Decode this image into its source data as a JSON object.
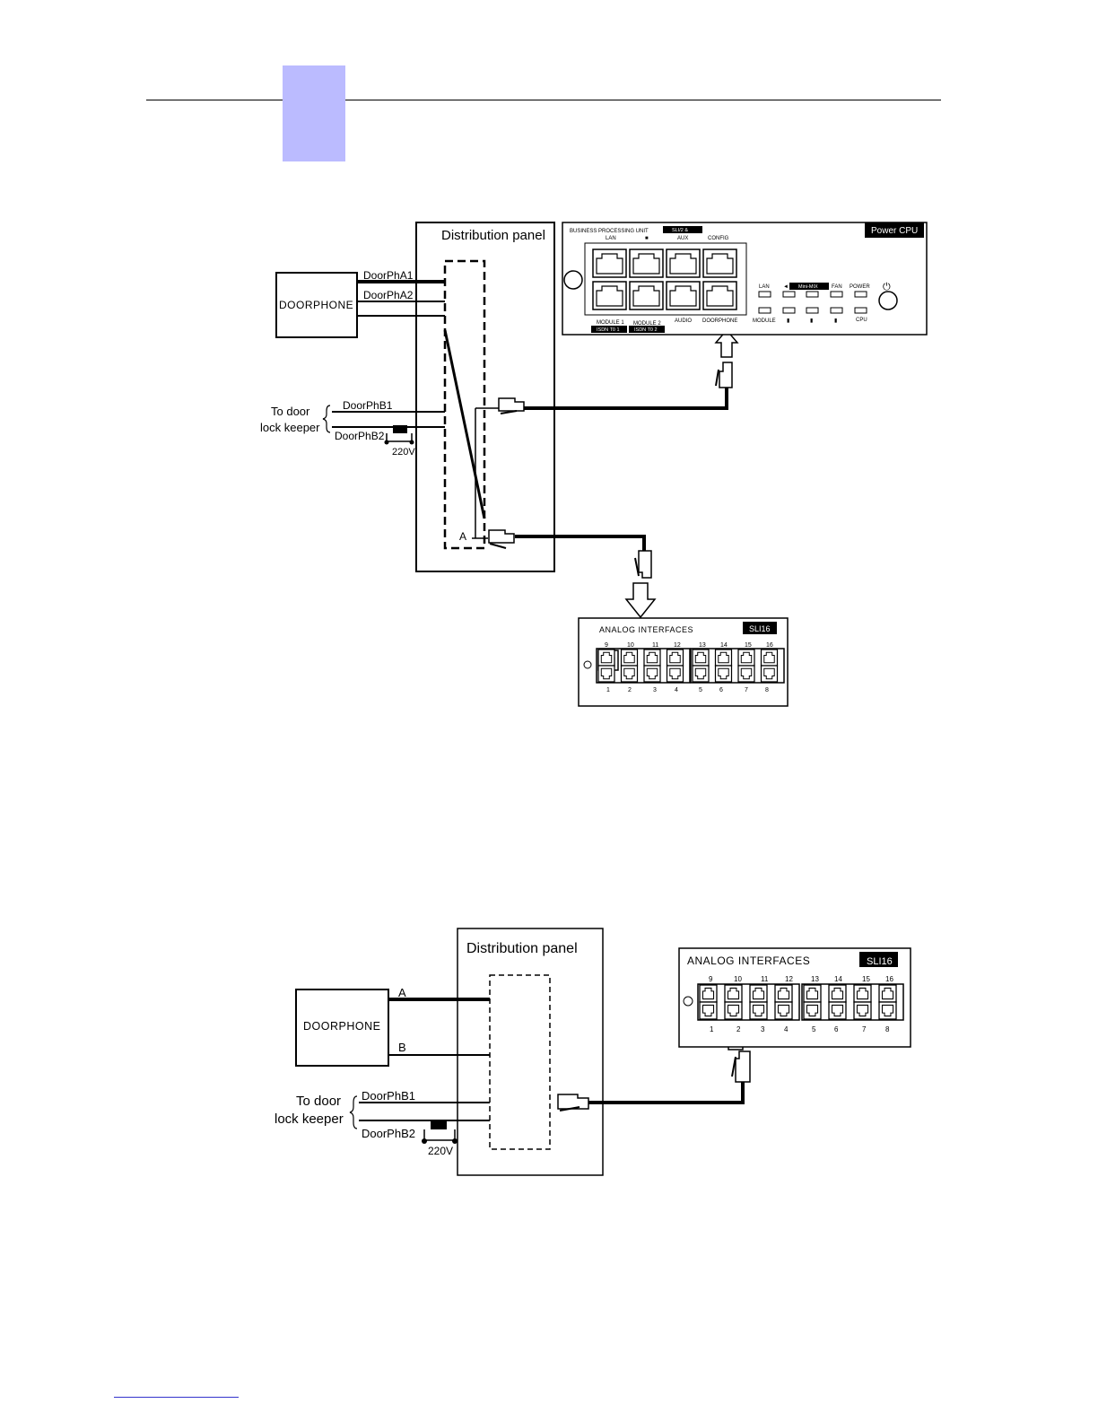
{
  "figure1": {
    "distribution_panel_title": "Distribution panel",
    "doorphone_label": "DOORPHONE",
    "wire_a1": "DoorPhA1",
    "wire_a2": "DoorPhA2",
    "wire_b1": "DoorPhB1",
    "wire_b2": "DoorPhB2",
    "door_lock_line1": "To door",
    "door_lock_line2": "lock keeper",
    "voltage": "220V",
    "terminal_a": "A",
    "cpu": {
      "title": "Power CPU",
      "unit_label": "BUSINESS PROCESSING UNIT",
      "badge_top": "SLI/2 &",
      "top_ports": [
        "LAN",
        "■",
        "AUX",
        "CONFIG"
      ],
      "bottom_ports": [
        "MODULE 1",
        "MODULE 2",
        "AUDIO",
        "DOORPHONE"
      ],
      "bottom_badges": [
        "ISDN T0 1",
        "ISDN T0 2"
      ],
      "led_top_labels": [
        "LAN",
        "◄",
        "Mini-MIX",
        "FAN",
        "POWER"
      ],
      "led_bottom_labels": [
        "MODULE",
        "▮",
        "▮",
        "▮",
        "CPU"
      ],
      "power_symbol": "⏻"
    },
    "analog": {
      "title": "ANALOG INTERFACES",
      "badge": "SLI16",
      "top_numbers": [
        "9",
        "10",
        "11",
        "12",
        "13",
        "14",
        "15",
        "16"
      ],
      "bottom_numbers": [
        "1",
        "2",
        "3",
        "4",
        "5",
        "6",
        "7",
        "8"
      ]
    }
  },
  "figure2": {
    "distribution_panel_title": "Distribution panel",
    "doorphone_label": "DOORPHONE",
    "wire_a": "A",
    "wire_b": "B",
    "wire_b1": "DoorPhB1",
    "wire_b2": "DoorPhB2",
    "door_lock_line1": "To door",
    "door_lock_line2": "lock keeper",
    "voltage": "220V",
    "analog": {
      "title": "ANALOG INTERFACES",
      "badge": "SLI16",
      "top_numbers": [
        "9",
        "10",
        "11",
        "12",
        "13",
        "14",
        "15",
        "16"
      ],
      "bottom_numbers": [
        "1",
        "2",
        "3",
        "4",
        "5",
        "6",
        "7",
        "8"
      ]
    }
  },
  "colors": {
    "header_tab": "#bbbbff",
    "footer_link": "#3333cc",
    "ink": "#000000"
  }
}
